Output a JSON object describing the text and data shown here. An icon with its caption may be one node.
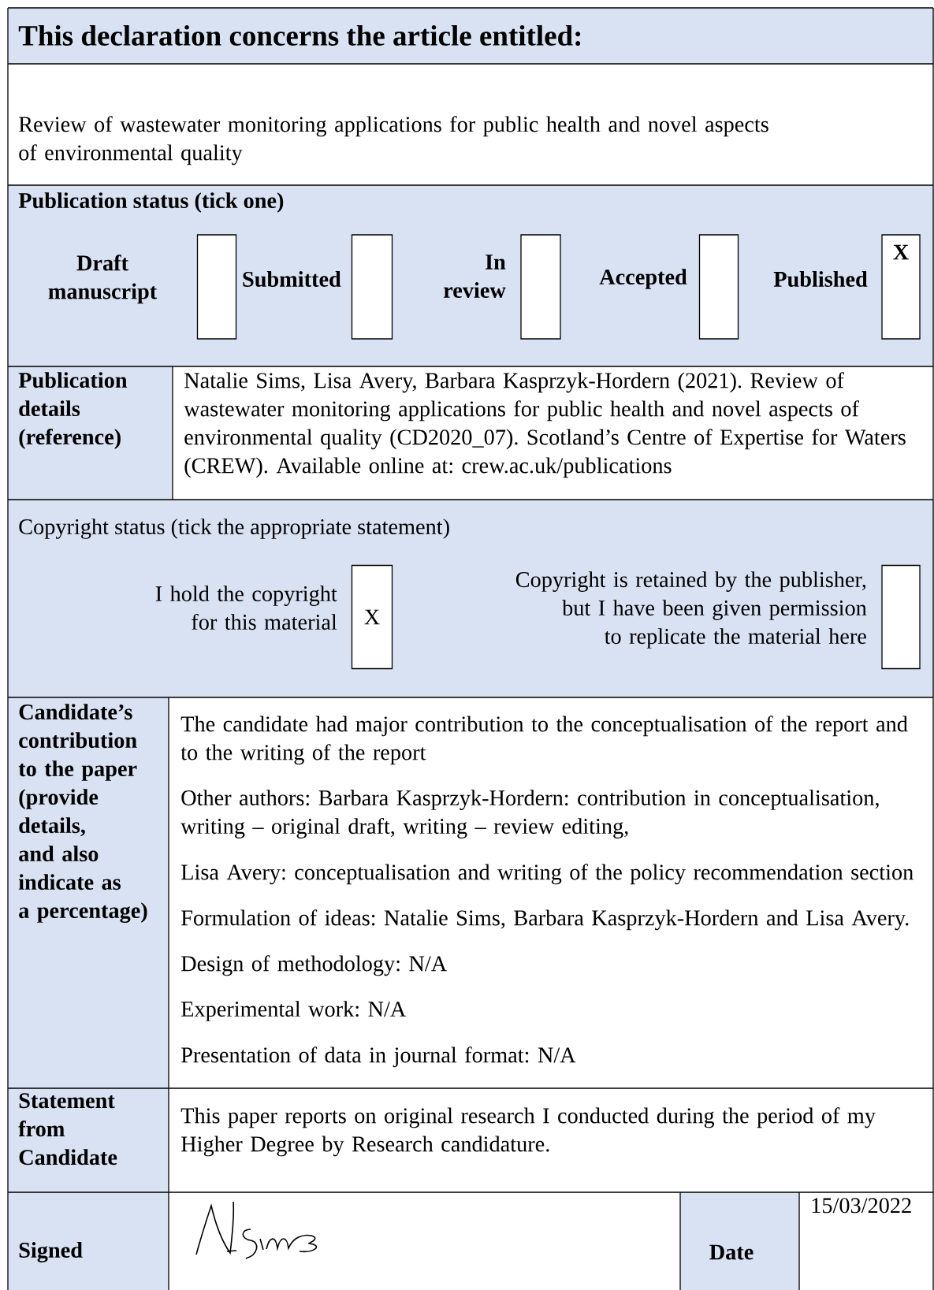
{
  "diagram": {
    "nodes": [
      {
        "text": [],
        "shape": "box"
      },
      {
        "text": [],
        "shape": "box"
      },
      {
        "text": [],
        "shape": "box"
      },
      {
        "text": [],
        "shape": "box"
      },
      {
        "text": [
          "X"
        ]
      },
      {
        "text": [
          "X"
        ]
      },
      {
        "text": [],
        "shape": "box"
      }
    ],
    "labels": [
      "This declaration concerns the article entitled:",
      "Review of wastewater monitoring applications for public health and novel aspects of environmental quality",
      "Publication status (tick one)",
      "Draft manuscript",
      "Submitted",
      "In review",
      "Accepted",
      "Published",
      "Publication details (reference)",
      "Natalie Sims, Lisa Avery, Barbara Kasprzyk-Hordern (2021). Review of wastewater monitoring applications for public health and novel aspects of environmental quality (CD2020_07). Scotland’s Centre of Expertise for Waters (CREW). Available online at: crew.ac.uk/publications",
      "Copyright status (tick the appropriate statement)",
      "I hold the copyright for this material",
      "Copyright is retained by the publisher, but I have been given permission to replicate the material here",
      "Candidate’s contribution to the paper (provide details, and also indicate as a percentage)",
      "The candidate had major contribution to the conceptualisation of the report and to the writing of the report",
      "Other authors: Barbara Kasprzyk-Hordern: contribution in conceptualisation, writing – original draft, writing – review editing,",
      "Lisa Avery: conceptualisation and writing of the policy recommendation section",
      "Formulation of ideas: Natalie Sims, Barbara Kasprzyk-Hordern and Lisa Avery.",
      "Design of methodology: N/A",
      "Experimental work: N/A",
      "Presentation of data in journal format: N/A",
      "Statement from Candidate",
      "This paper reports on original research I conducted during the period of my Higher Degree by Research candidature.",
      "Signed",
      "Date",
      "15/03/2022"
    ]
  }
}
